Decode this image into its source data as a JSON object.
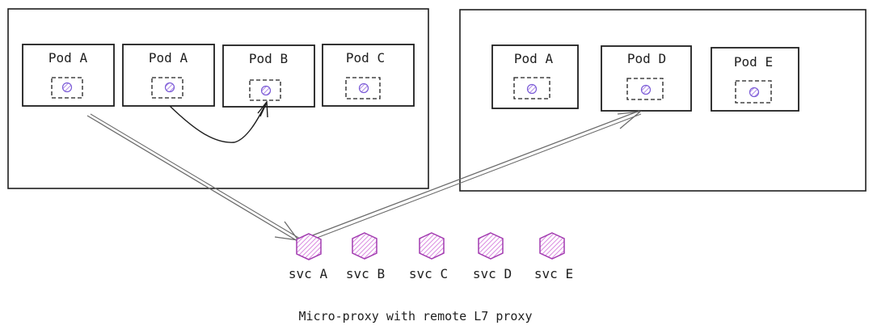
{
  "cluster_left": {
    "pods": [
      {
        "label": "Pod A"
      },
      {
        "label": "Pod A"
      },
      {
        "label": "Pod B"
      },
      {
        "label": "Pod C"
      }
    ]
  },
  "cluster_right": {
    "pods": [
      {
        "label": "Pod A"
      },
      {
        "label": "Pod D"
      },
      {
        "label": "Pod E"
      }
    ]
  },
  "services": [
    {
      "label": "svc A"
    },
    {
      "label": "svc B"
    },
    {
      "label": "svc C"
    },
    {
      "label": "svc D"
    },
    {
      "label": "svc E"
    }
  ],
  "caption": "Micro-proxy with remote L7 proxy",
  "colors": {
    "stroke": "#1e1e1e",
    "arrow": "#6b6b6b",
    "proxy_fill": "#b8a6e8",
    "proxy_stroke": "#7a5bd6",
    "service_fill": "#e6a6e8",
    "service_stroke": "#a23bb0"
  }
}
